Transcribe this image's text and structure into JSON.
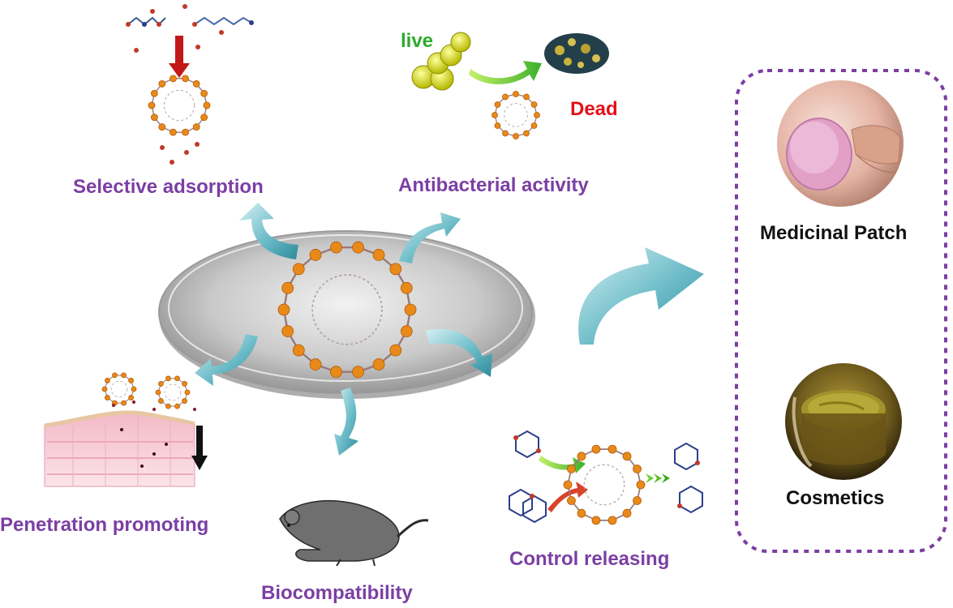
{
  "labels": {
    "selective_adsorption": "Selective adsorption",
    "antibacterial_activity": "Antibacterial activity",
    "live": "live",
    "dead": "Dead",
    "penetration_promoting": "Penetration promoting",
    "biocompatibility": "Biocompatibility",
    "control_releasing": "Control releasing",
    "medicinal_patch": "Medicinal Patch",
    "cosmetics": "Cosmetics"
  },
  "colors": {
    "label_purple": "#7b3fa3",
    "live_green": "#2cab2c",
    "dead_red": "#e3101a",
    "arrow_teal": "#4aa9b8",
    "framework_orange": "#e88a1a",
    "dashed_border": "#7b3fa3"
  },
  "icons": [
    "molecule-icon",
    "bacteria-icon",
    "skin-layer-icon",
    "mouse-icon",
    "patch-photo-icon",
    "cosmetics-jar-icon",
    "porous-framework-icon"
  ]
}
